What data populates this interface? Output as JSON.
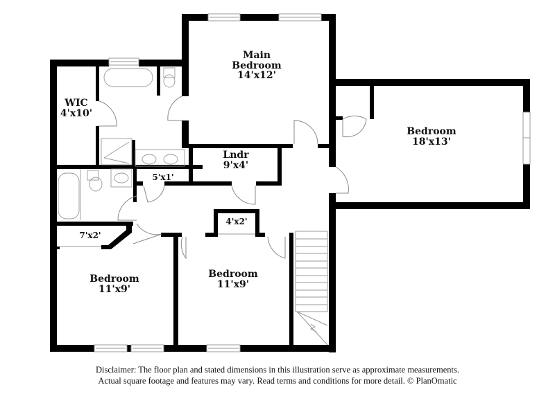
{
  "rooms": {
    "main_bedroom": {
      "name_line1": "Main",
      "name_line2": "Bedroom",
      "dims": "14'x12'"
    },
    "bedroom_east": {
      "name": "Bedroom",
      "dims": "18'x13'"
    },
    "wic": {
      "name": "WIC",
      "dims": "4'x10'"
    },
    "laundry": {
      "name": "Lndr",
      "dims": "9'x4'"
    },
    "linen_closet": {
      "dims": "5'x1'"
    },
    "closet_sw": {
      "dims": "7'x2'"
    },
    "closet_mid": {
      "dims": "4'x2'"
    },
    "bedroom_sw": {
      "name": "Bedroom",
      "dims": "11'x9'"
    },
    "bedroom_mid": {
      "name": "Bedroom",
      "dims": "11'x9'"
    }
  },
  "disclaimer": {
    "line1": "Disclaimer: The floor plan and stated dimensions in this illustration serve as approximate measurements.",
    "line2": "Actual square footage and features may vary. Read terms and conditions for more detail. © PlanOmatic"
  },
  "colors": {
    "wall": "#000000",
    "fixture": "#999999",
    "background": "#ffffff"
  }
}
